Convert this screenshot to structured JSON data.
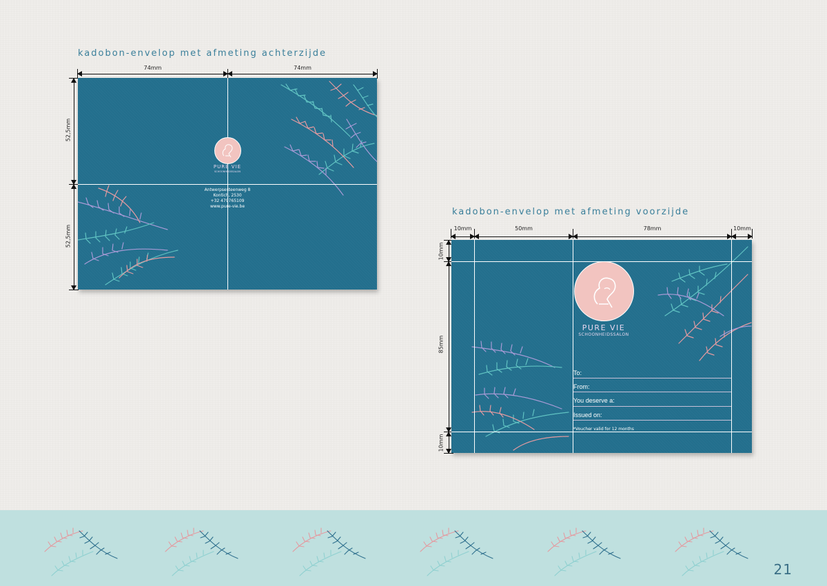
{
  "back": {
    "title": "kadobon-envelop met afmeting achterzijde",
    "dim_top_left": "74mm",
    "dim_top_right": "74mm",
    "dim_left_upper": "52,5mm",
    "dim_left_lower": "52,5mm",
    "brand_name": "PURE VIE",
    "brand_sub": "SCHOONHEIDSSALON",
    "address_line1": "Antwerpsesteenweg 8",
    "address_line2": "Kontich, 2530",
    "phone": "+32 479765109",
    "website": "www.pure-vie.be"
  },
  "front": {
    "title": "kadobon-envelop met afmeting voorzijde",
    "dim_top_1": "10mm",
    "dim_top_2": "50mm",
    "dim_top_3": "78mm",
    "dim_top_4": "10mm",
    "dim_left_top": "10mm",
    "dim_left_mid": "85mm",
    "dim_left_bottom": "10mm",
    "brand_name": "PURE VIE",
    "brand_sub": "SCHOONHEIDSSALON",
    "form": {
      "to": "To:",
      "from": "From:",
      "deserve": "You deserve a:",
      "issued": "Issued on:",
      "note": "*Voucher valid for 12 months"
    }
  },
  "colors": {
    "card": "#236f8d",
    "logo_pink": "#f2c4c0",
    "footer_band": "#bfe0df",
    "leaf_pink": "#e49aa0",
    "leaf_teal": "#5fc2c2",
    "leaf_purple": "#a79ad6"
  },
  "footer": {
    "page_number": "21"
  }
}
